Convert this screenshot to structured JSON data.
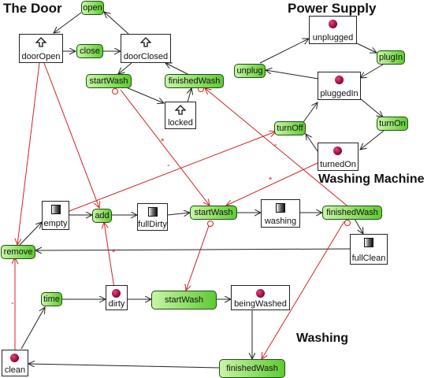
{
  "sections": {
    "door": "The Door",
    "power": "Power Supply",
    "machine": "Washing Machine",
    "washing": "Washing"
  },
  "places": {
    "doorOpen": "doorOpen",
    "doorClosed": "doorClosed",
    "locked": "locked",
    "unplugged": "unplugged",
    "pluggedIn": "pluggedIn",
    "turnedOn": "turnedOn",
    "empty": "empty",
    "fullDirty": "fullDirty",
    "washing": "washing",
    "fullClean": "fullClean",
    "dirty": "dirty",
    "beingWashed": "beingWashed",
    "clean": "clean"
  },
  "transitions": {
    "open": "open",
    "close": "close",
    "startWash_door": "startWash",
    "finishedWash_door": "finishedWash",
    "plugIn": "plugIn",
    "unplug": "unplug",
    "turnOn": "turnOn",
    "turnOff": "turnOff",
    "add": "add",
    "startWash_machine": "startWash",
    "finishedWash_machine": "finishedWash",
    "remove": "remove",
    "time": "time",
    "startWash_washing": "startWash",
    "finishedWash_washing": "finishedWash"
  },
  "arc_marks": {
    "star": "*",
    "dash": "-"
  },
  "colors": {
    "transition_light": "#c8f5a6",
    "transition_dark": "#5ecb32",
    "normal_arc": "#222222",
    "inhibitor_arc": "#d42020",
    "token": "#a3003a"
  }
}
